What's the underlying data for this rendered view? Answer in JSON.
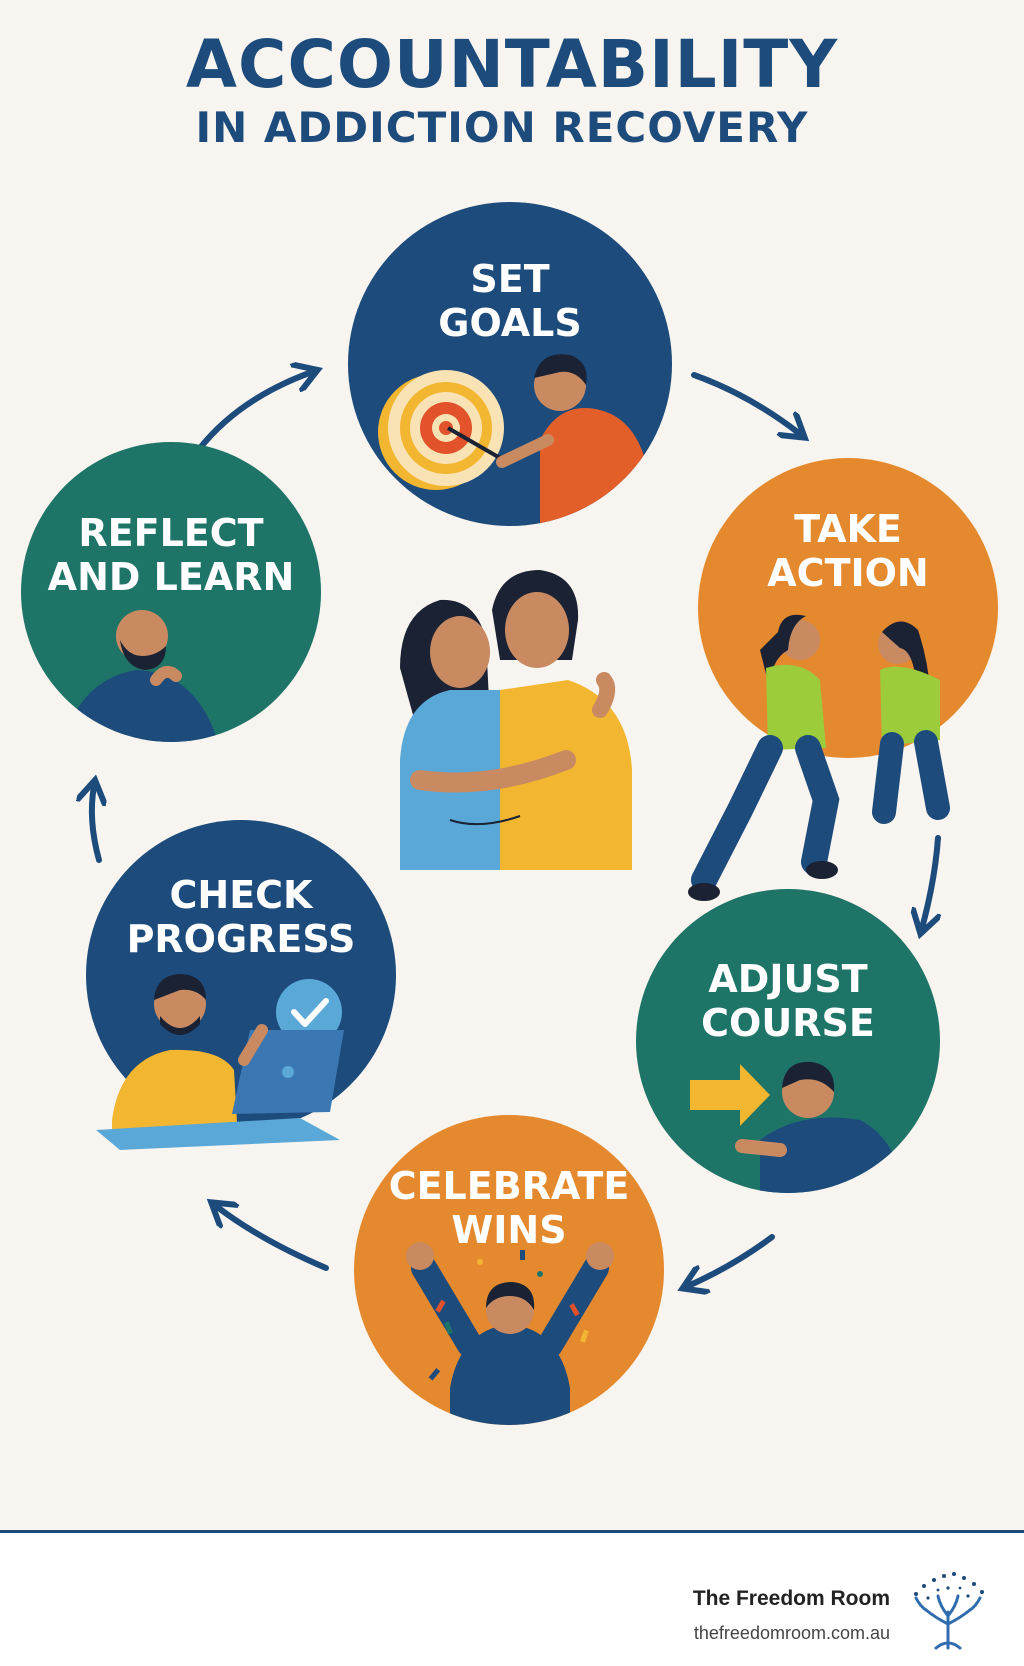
{
  "title": {
    "main": "ACCOUNTABILITY",
    "sub": "IN ADDICTION RECOVERY"
  },
  "stages": [
    {
      "line1": "SET",
      "line2": "GOALS"
    },
    {
      "line1": "TAKE",
      "line2": "ACTION"
    },
    {
      "line1": "ADJUST",
      "line2": "COURSE"
    },
    {
      "line1": "CELEBRATE",
      "line2": "WINS"
    },
    {
      "line1": "CHECK",
      "line2": "PROGRESS"
    },
    {
      "line1": "REFLECT",
      "line2": "AND LEARN"
    }
  ],
  "footer": {
    "brand": "The Freedom Room",
    "url": "thefreedomroom.com.au"
  },
  "colors": {
    "navy": "#1c4b7c",
    "teal": "#1f7468",
    "orange": "#e5892f",
    "background": "#f8f4ef"
  }
}
